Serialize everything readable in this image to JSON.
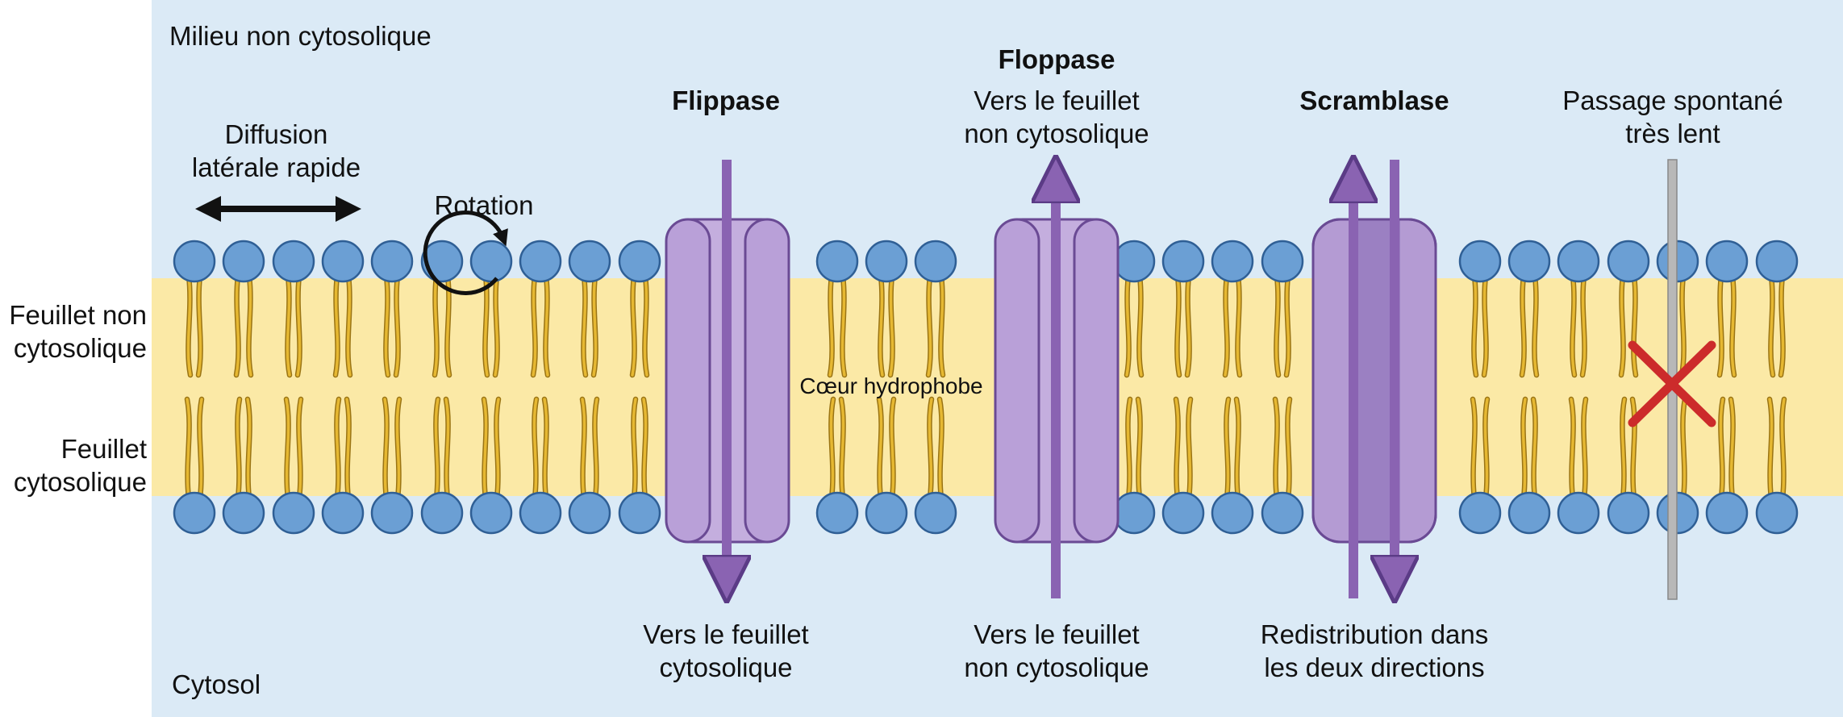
{
  "regions": {
    "top": "Milieu non cytosolique",
    "bottom": "Cytosol"
  },
  "leaflets": {
    "outer": [
      "Feuillet non",
      "cytosolique"
    ],
    "inner": [
      "Feuillet",
      "cytosolique"
    ]
  },
  "core_label": "Cœur hydrophobe",
  "movements": {
    "lateral": [
      "Diffusion",
      "latérale rapide"
    ],
    "rotation": "Rotation"
  },
  "proteins": {
    "flippase": {
      "name": "Flippase",
      "direction": [
        "Vers le feuillet",
        "cytosolique"
      ]
    },
    "floppase": {
      "name": "Floppase",
      "top_note": [
        "Vers le feuillet",
        "non cytosolique"
      ],
      "direction": [
        "Vers le feuillet",
        "non cytosolique"
      ]
    },
    "scramblase": {
      "name": "Scramblase",
      "direction": [
        "Redistribution dans",
        "les deux directions"
      ]
    }
  },
  "spontaneous": [
    "Passage spontané",
    "très lent"
  ],
  "colors": {
    "background": "#dbeaf6",
    "core": "#fbe9a6",
    "head": "#6b9fd4",
    "tail": "#e6b832",
    "protein": "#c4aede",
    "arrow": "#7f5aa6",
    "cross": "#cc2b2b",
    "rod": "#b8b8b8"
  }
}
